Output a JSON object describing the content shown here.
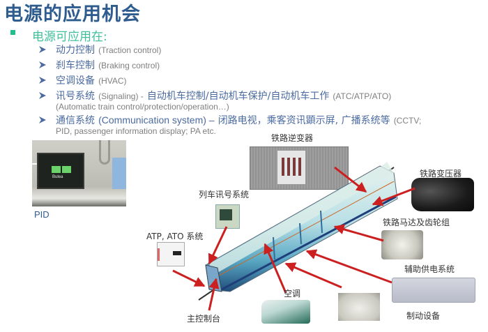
{
  "slide": {
    "title": "电源的应用机会",
    "heading": "电源可应用在:",
    "items": [
      {
        "zh": "动力控制",
        "en": "(Traction control)"
      },
      {
        "zh": "刹车控制",
        "en": "(Braking control)"
      },
      {
        "zh": "空调设备",
        "en": "(HVAC)"
      },
      {
        "zh": "讯号系统",
        "en": "(Signaling) -",
        "zh2": "自动机车控制/自动机车保护/自动机车工作",
        "en2": "(ATC/ATP/ATO)",
        "sub": "(Automatic train control/protection/operation…)"
      },
      {
        "zh": "通信系统",
        "en_strong": "(Communication system) –",
        "zh2": "闭路电视，乘客资讯顕示屏, 广播系统等",
        "en2": "(CCTV;",
        "sub": "PID, passenger information display; PA etc."
      }
    ]
  },
  "diagram": {
    "pid_label": "PID",
    "pid_screen_text": "Bulea",
    "labels": {
      "inverter": "铁路逆变器",
      "transformer": "铁路变压器",
      "motor_gear": "铁路马达及齿轮组",
      "aux_power": "辅助供电系统",
      "braking": "制动设备",
      "hvac": "空调",
      "main_console": "主控制台",
      "train_signal": "列车讯号系统",
      "atp_ato": "ATP, ATO 系统"
    },
    "colors": {
      "title": "#2f5c8f",
      "heading": "#3fbf9a",
      "bullet": "#1fbf8e",
      "item_text": "#4a6aa0",
      "arrow": "#cc1f1f"
    }
  }
}
